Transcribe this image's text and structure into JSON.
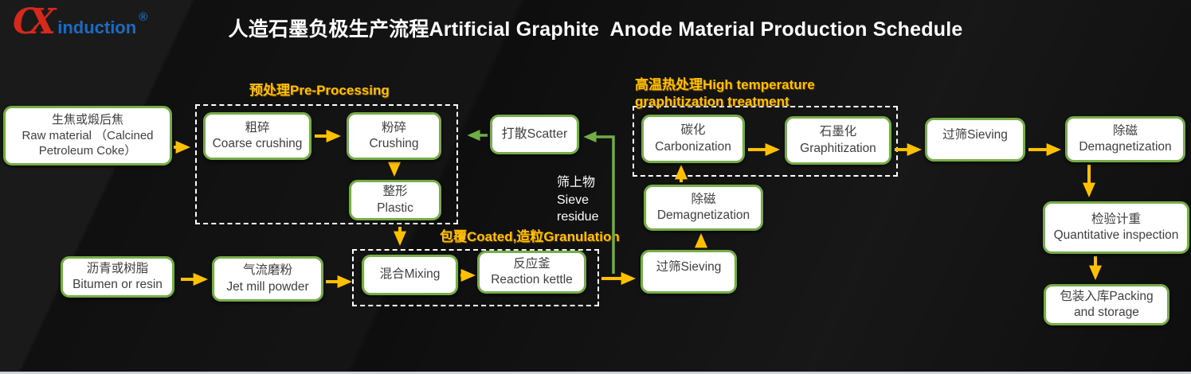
{
  "page": {
    "title": "人造石墨负极生产流程Artificial Graphite  Anode Material Production Schedule"
  },
  "logo": {
    "mark": "CX",
    "brand": "induction",
    "registered": "®"
  },
  "colors": {
    "background": "#101010",
    "arrow_yellow": "#FFC000",
    "arrow_green": "#70AD47",
    "node_border_green": "#77AD49",
    "node_fill": "#FFFFFF",
    "node_text": "#3F3F3F",
    "group_border": "#FFFFFF",
    "group_label_yellow": "#FFC000",
    "title_white": "#FFFFFF",
    "logo_red": "#D5291C",
    "logo_blue": "#1B6CC0"
  },
  "groups": {
    "pre_processing": {
      "label": "预处理Pre-Processing"
    },
    "high_temp": {
      "label": "高温热处理High temperature graphitization treatment"
    },
    "granulation": {
      "label": "包覆Coated,造粒Granulation"
    }
  },
  "nodes": {
    "raw_material": {
      "text": "生焦或煅后焦\nRaw material （Calcined\nPetroleum Coke）"
    },
    "coarse_crushing": {
      "text": "粗碎\nCoarse crushing"
    },
    "crushing": {
      "text": "粉碎\nCrushing"
    },
    "plastic": {
      "text": "整形\nPlastic"
    },
    "scatter": {
      "text": "打散Scatter"
    },
    "carbonization": {
      "text": "碳化\nCarbonization"
    },
    "graphitization": {
      "text": "石墨化\nGraphitization"
    },
    "sieving_top": {
      "text": "过筛Sieving"
    },
    "demagnetization_top": {
      "text": "除磁\nDemagnetization"
    },
    "inspection": {
      "text": "检验计重\nQuantitative inspection"
    },
    "packing": {
      "text": "包装入库Packing\nand storage"
    },
    "demagnetization_mid": {
      "text": "除磁\nDemagnetization"
    },
    "sieving_mid": {
      "text": "过筛Sieving"
    },
    "bitumen": {
      "text": "沥青或树脂\nBitumen or resin"
    },
    "jet_mill": {
      "text": "气流磨粉\nJet mill powder"
    },
    "mixing": {
      "text": "混合Mixing"
    },
    "reaction_kettle": {
      "text": "反应釜\nReaction kettle"
    }
  },
  "annotations": {
    "sieve_residue": "筛上物\nSieve\nresidue"
  }
}
